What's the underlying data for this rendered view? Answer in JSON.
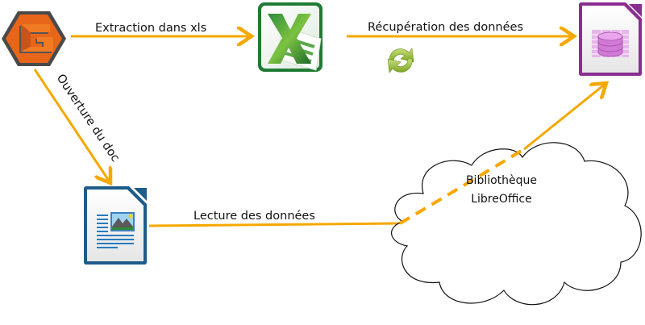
{
  "colors": {
    "arrow": "#f5a800",
    "excel_green": "#1e7b34",
    "base_purple": "#8a2d8f",
    "writer_blue": "#1f6aa5",
    "app_orange": "#e8661a"
  },
  "nodes": {
    "app": {
      "icon": "hexagon-g-logo-icon"
    },
    "excel": {
      "icon": "excel-icon"
    },
    "base": {
      "icon": "libreoffice-base-icon"
    },
    "writer": {
      "icon": "libreoffice-writer-icon"
    },
    "sync": {
      "icon": "refresh-cycle-icon"
    },
    "cloud": {
      "line1": "Bibliothèque",
      "line2": "LibreOffice"
    }
  },
  "edges": {
    "extraction": "Extraction dans xls",
    "recuperation": "Récupération des données",
    "ouverture": "Ouverture du doc",
    "lecture": "Lecture des données"
  }
}
